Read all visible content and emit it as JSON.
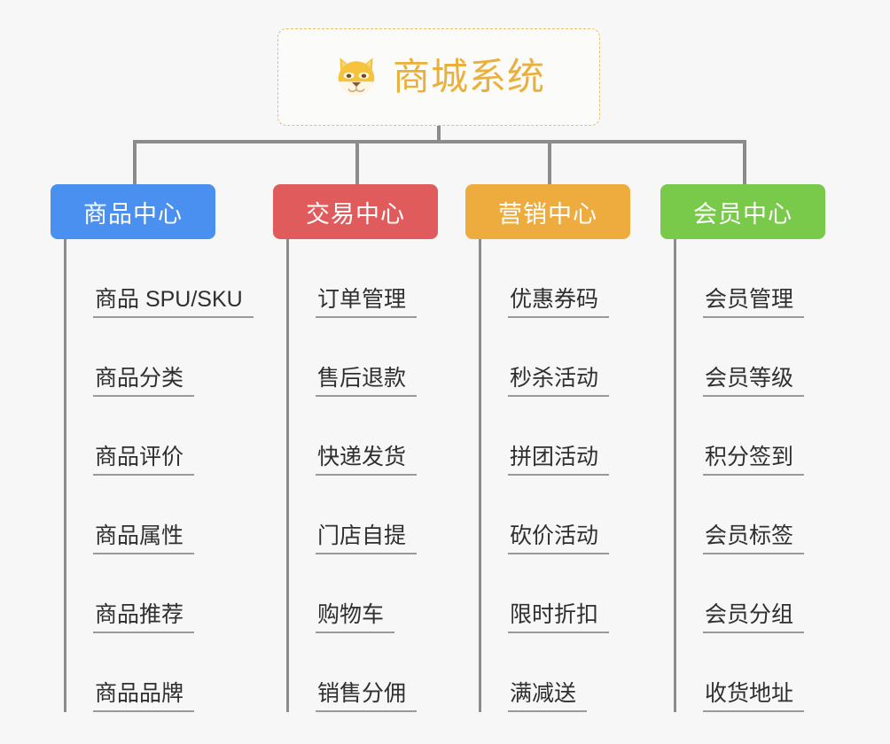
{
  "root": {
    "title": "商城系统",
    "icon": "shiba-inu-icon",
    "border_color": "#e7bf6a",
    "text_color": "#eab03c"
  },
  "connector_color": "#8c8c8c",
  "background_color": "#f7f7f7",
  "branches": [
    {
      "label": "商品中心",
      "color": "#4a90f0",
      "items": [
        "商品 SPU/SKU",
        "商品分类",
        "商品评价",
        "商品属性",
        "商品推荐",
        "商品品牌"
      ]
    },
    {
      "label": "交易中心",
      "color": "#e05c5c",
      "items": [
        "订单管理",
        "售后退款",
        "快递发货",
        "门店自提",
        "购物车",
        "销售分佣"
      ]
    },
    {
      "label": "营销中心",
      "color": "#eeac3f",
      "items": [
        "优惠券码",
        "秒杀活动",
        "拼团活动",
        "砍价活动",
        "限时折扣",
        "满减送"
      ]
    },
    {
      "label": "会员中心",
      "color": "#79c94a",
      "items": [
        "会员管理",
        "会员等级",
        "积分签到",
        "会员标签",
        "会员分组",
        "收货地址"
      ]
    }
  ]
}
